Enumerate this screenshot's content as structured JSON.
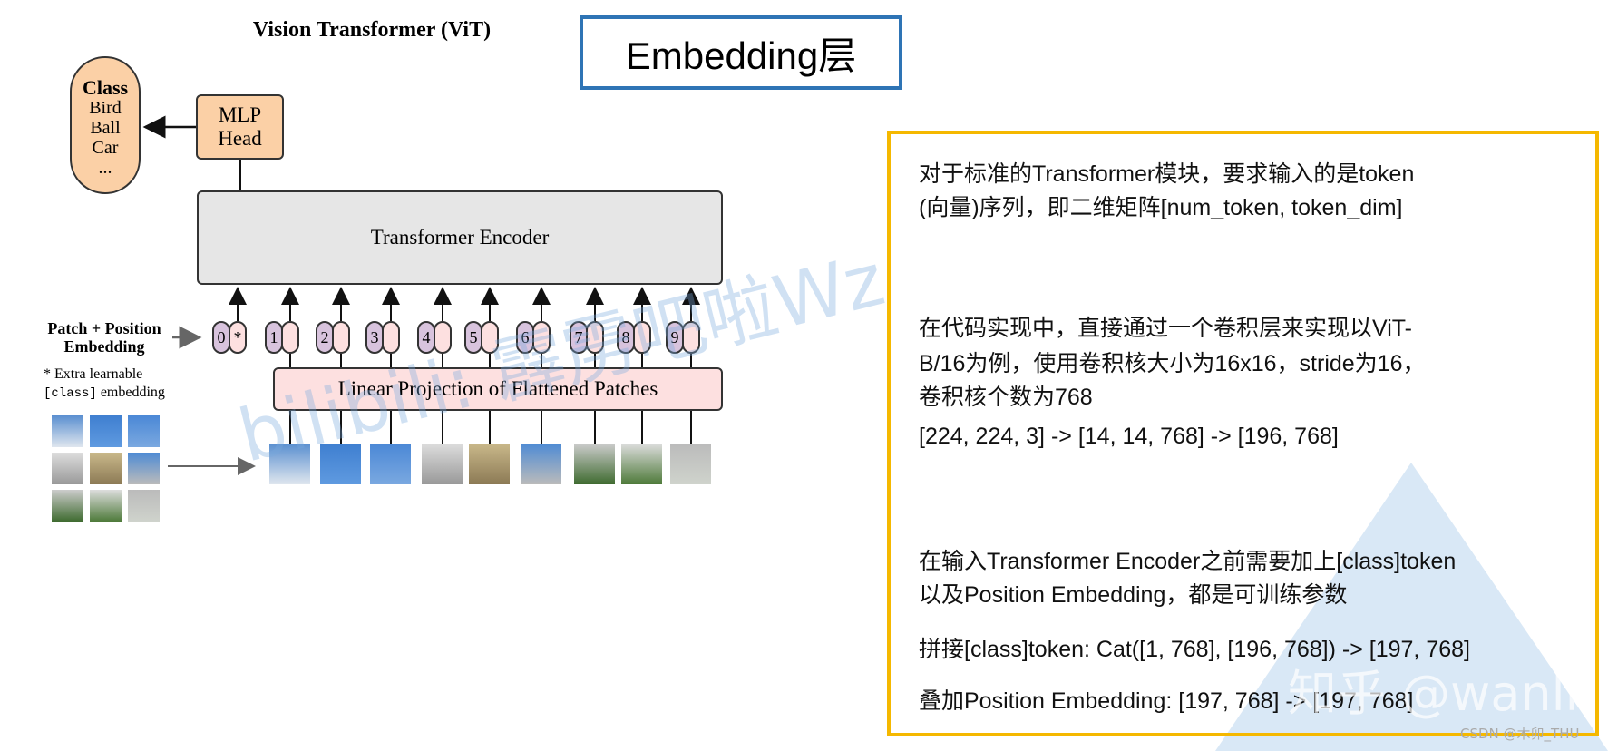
{
  "diagram": {
    "title": "Vision Transformer (ViT)",
    "class_box": {
      "title": "Class",
      "items": [
        "Bird",
        "Ball",
        "Car",
        "..."
      ]
    },
    "mlp_head": [
      "MLP",
      "Head"
    ],
    "encoder": "Transformer Encoder",
    "linear_projection": "Linear Projection of Flattened Patches",
    "patch_position_label": [
      "Patch + Position",
      "Embedding"
    ],
    "extra_note": {
      "prefix": "* Extra learnable",
      "mono": "[class]",
      "suffix": " embedding"
    },
    "tokens": [
      "0",
      "1",
      "2",
      "3",
      "4",
      "5",
      "6",
      "7",
      "8",
      "9"
    ],
    "class_token_mark": "*",
    "colors": {
      "orange": "#fbd0a6",
      "encoder_gray": "#e6e6e6",
      "pink": "#fde0e0",
      "purple": "#d8c3dd"
    }
  },
  "slide": {
    "heading": "Embedding层",
    "heading_border": "#2e74b5",
    "panel_border": "#f5b800",
    "lines": [
      "对于标准的Transformer模块，要求输入的是token",
      "(向量)序列，即二维矩阵[num_token, token_dim]",
      "在代码实现中，直接通过一个卷积层来实现以ViT-",
      "B/16为例，使用卷积核大小为16x16，stride为16，",
      "卷积核个数为768",
      "[224, 224, 3] -> [14, 14, 768] -> [196, 768]",
      "在输入Transformer Encoder之前需要加上[class]token",
      "以及Position Embedding，都是可训练参数",
      "拼接[class]token:   Cat([1, 768], [196, 768]) -> [197, 768]",
      "叠加Position Embedding:   [197, 768] -> [197, 768]"
    ]
  },
  "watermarks": [
    "bilibili: 霹雳吧啦Wz",
    "知乎 @wanli",
    "CSDN @木卯_THU"
  ]
}
